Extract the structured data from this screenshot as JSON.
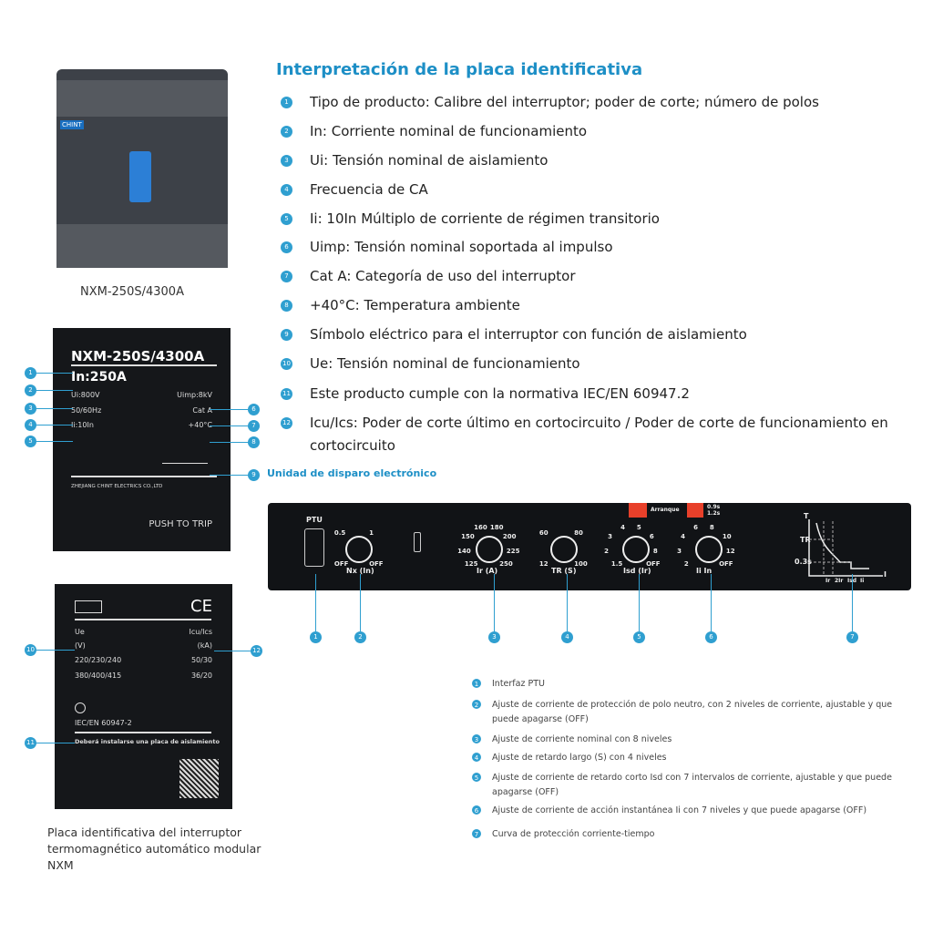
{
  "product": {
    "caption": "NXM-250S/4300A",
    "brand": "CHINT"
  },
  "title": "Interpretación de la placa identificativa",
  "items": [
    {
      "n": "1",
      "text": "Tipo de producto: Calibre del interruptor; poder de corte; número de polos"
    },
    {
      "n": "2",
      "text": "In: Corriente nominal de funcionamiento"
    },
    {
      "n": "3",
      "text": "Ui: Tensión nominal de aislamiento"
    },
    {
      "n": "4",
      "text": "Frecuencia de CA"
    },
    {
      "n": "5",
      "text": "Ii: 10In Múltiplo de corriente de régimen transitorio"
    },
    {
      "n": "6",
      "text": "Uimp: Tensión nominal soportada al impulso"
    },
    {
      "n": "7",
      "text": "Cat A: Categoría de uso del interruptor"
    },
    {
      "n": "8",
      "text": "+40°C: Temperatura ambiente"
    },
    {
      "n": "9",
      "text": "Símbolo eléctrico para el interruptor con función de aislamiento"
    },
    {
      "n": "10",
      "text": "Ue: Tensión nominal de funcionamiento"
    },
    {
      "n": "11",
      "text": "Este producto cumple con la normativa IEC/EN 60947.2"
    },
    {
      "n": "12",
      "text": "Icu/Ics: Poder de corte último en cortocircuito / Poder de corte de funcionamiento en cortocircuito"
    }
  ],
  "plate1": {
    "model": "NXM-250S/4300A",
    "in": "In:250A",
    "ui": "Ui:800V",
    "freq": "50/60Hz",
    "ii": "Ii:10In",
    "uimp": "Uimp:8kV",
    "cat": "Cat A",
    "temp": "+40°C",
    "maker": "ZHEJIANG CHINT ELECTRICS CO.,LTD",
    "push": "PUSH TO TRIP",
    "trip_label": "Unidad de disparo electrónico"
  },
  "plate2": {
    "ue": "Ue",
    "ue_unit": "(V)",
    "v1": "220/230/240",
    "v2": "380/400/415",
    "icu": "Icu/Ics",
    "icu_unit": "(kA)",
    "k1": "50/30",
    "k2": "36/20",
    "ce": "CE",
    "std": "IEC/EN 60947-2",
    "warn": "Deberá instalarse una placa de aislamiento"
  },
  "plate_caption": "Placa identificativa del interruptor termomagnético automático modular NXM",
  "trip": {
    "ptu": "PTU",
    "nx": "Nx (In)",
    "nx_vals": [
      "OFF",
      "0.5",
      "1",
      "OFF"
    ],
    "ir": "Ir (A)",
    "ir_vals": [
      "125",
      "140",
      "150",
      "160",
      "180",
      "200",
      "225",
      "250"
    ],
    "tr": "TR (S)",
    "tr_vals": [
      "12",
      "60",
      "80",
      "100"
    ],
    "isd": "Isd (Ir)",
    "isd_vals": [
      "1.5",
      "2",
      "3",
      "4",
      "5",
      "6",
      "8",
      "OFF"
    ],
    "ii": "Ii In",
    "ii_vals": [
      "2",
      "3",
      "4",
      "6",
      "8",
      "10",
      "12",
      "OFF"
    ],
    "arranque": "Arranque",
    "t1": "0.9s",
    "t2": "1.2s",
    "curve": [
      "T",
      "TR",
      "0.3s",
      "Ir",
      "2Ir",
      "Isd",
      "Ii",
      "I"
    ]
  },
  "legend": [
    {
      "n": "1",
      "text": "Interfaz PTU"
    },
    {
      "n": "2",
      "text": "Ajuste de corriente de protección de polo neutro, con 2 niveles de corriente, ajustable y que puede apagarse (OFF)"
    },
    {
      "n": "3",
      "text": "Ajuste de corriente nominal con 8 niveles"
    },
    {
      "n": "4",
      "text": "Ajuste de retardo largo (S) con 4 niveles"
    },
    {
      "n": "5",
      "text": "Ajuste de corriente de retardo corto Isd con 7 intervalos de corriente, ajustable y que puede apagarse (OFF)"
    },
    {
      "n": "6",
      "text": "Ajuste de corriente de acción instantánea Ii con 7 niveles y que puede apagarse (OFF)"
    },
    {
      "n": "7",
      "text": "Curva de protección corriente-tiempo"
    }
  ]
}
